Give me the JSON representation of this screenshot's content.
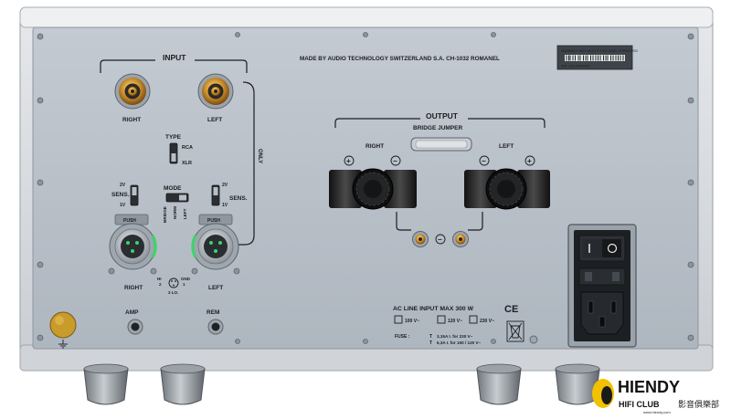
{
  "panel": {
    "maker_text": "MADE BY AUDIO TECHNOLOGY SWITZERLAND S.A. CH-1032 ROMANEL",
    "serial_label_line1": "WARRANTY NOT VALID IF THIS LABEL IS REMOVED",
    "serial_label_line2": "S/N: 351126096387"
  },
  "input": {
    "title": "INPUT",
    "right_label": "RIGHT",
    "left_label": "LEFT",
    "type_label": "TYPE",
    "type_rca": "RCA",
    "type_xlr": "XLR",
    "mode_label": "MODE",
    "mode_bridge": "BRIDGE",
    "mode_norm": "NORM",
    "mode_left": "LEFT",
    "sens_label": "SENS.",
    "sens_2v": "2V",
    "sens_1v": "1V",
    "push_label": "PUSH",
    "xlr_right_label": "RIGHT",
    "xlr_left_label": "LEFT",
    "pin_hi": "HI",
    "pin_hi_num": "2",
    "pin_gnd": "GND",
    "pin_gnd_num": "1",
    "pin_lo": "3 LO.",
    "bracket_side_label": "ONLY",
    "amp_label": "AMP",
    "rem_label": "REM"
  },
  "output": {
    "title": "OUTPUT",
    "bridge_jumper": "BRIDGE JUMPER",
    "right_label": "RIGHT",
    "left_label": "LEFT",
    "plus": "+",
    "minus": "−"
  },
  "ac": {
    "title": "AC LINE INPUT MAX 300 W",
    "ce_mark": "CE",
    "v100": "100 V~",
    "v120": "120 V~",
    "v230": "230 V~",
    "fuse_label": "FUSE :",
    "fuse_t": "T",
    "fuse_line1": "3,15A  I. for 230 V~",
    "fuse_line2": "6,3A   I. for 100 / 120 V~"
  },
  "watermark": {
    "brand": "HIENDY",
    "club": "HIFI CLUB",
    "cn": "影音俱樂部",
    "url": "www.hiendy.com"
  },
  "colors": {
    "panel": "#b9c1ca",
    "chassis": "#d6d9dd",
    "gold": "#c98a2a",
    "green_led": "#3fd26a",
    "ground_gold": "#c89b2a"
  }
}
